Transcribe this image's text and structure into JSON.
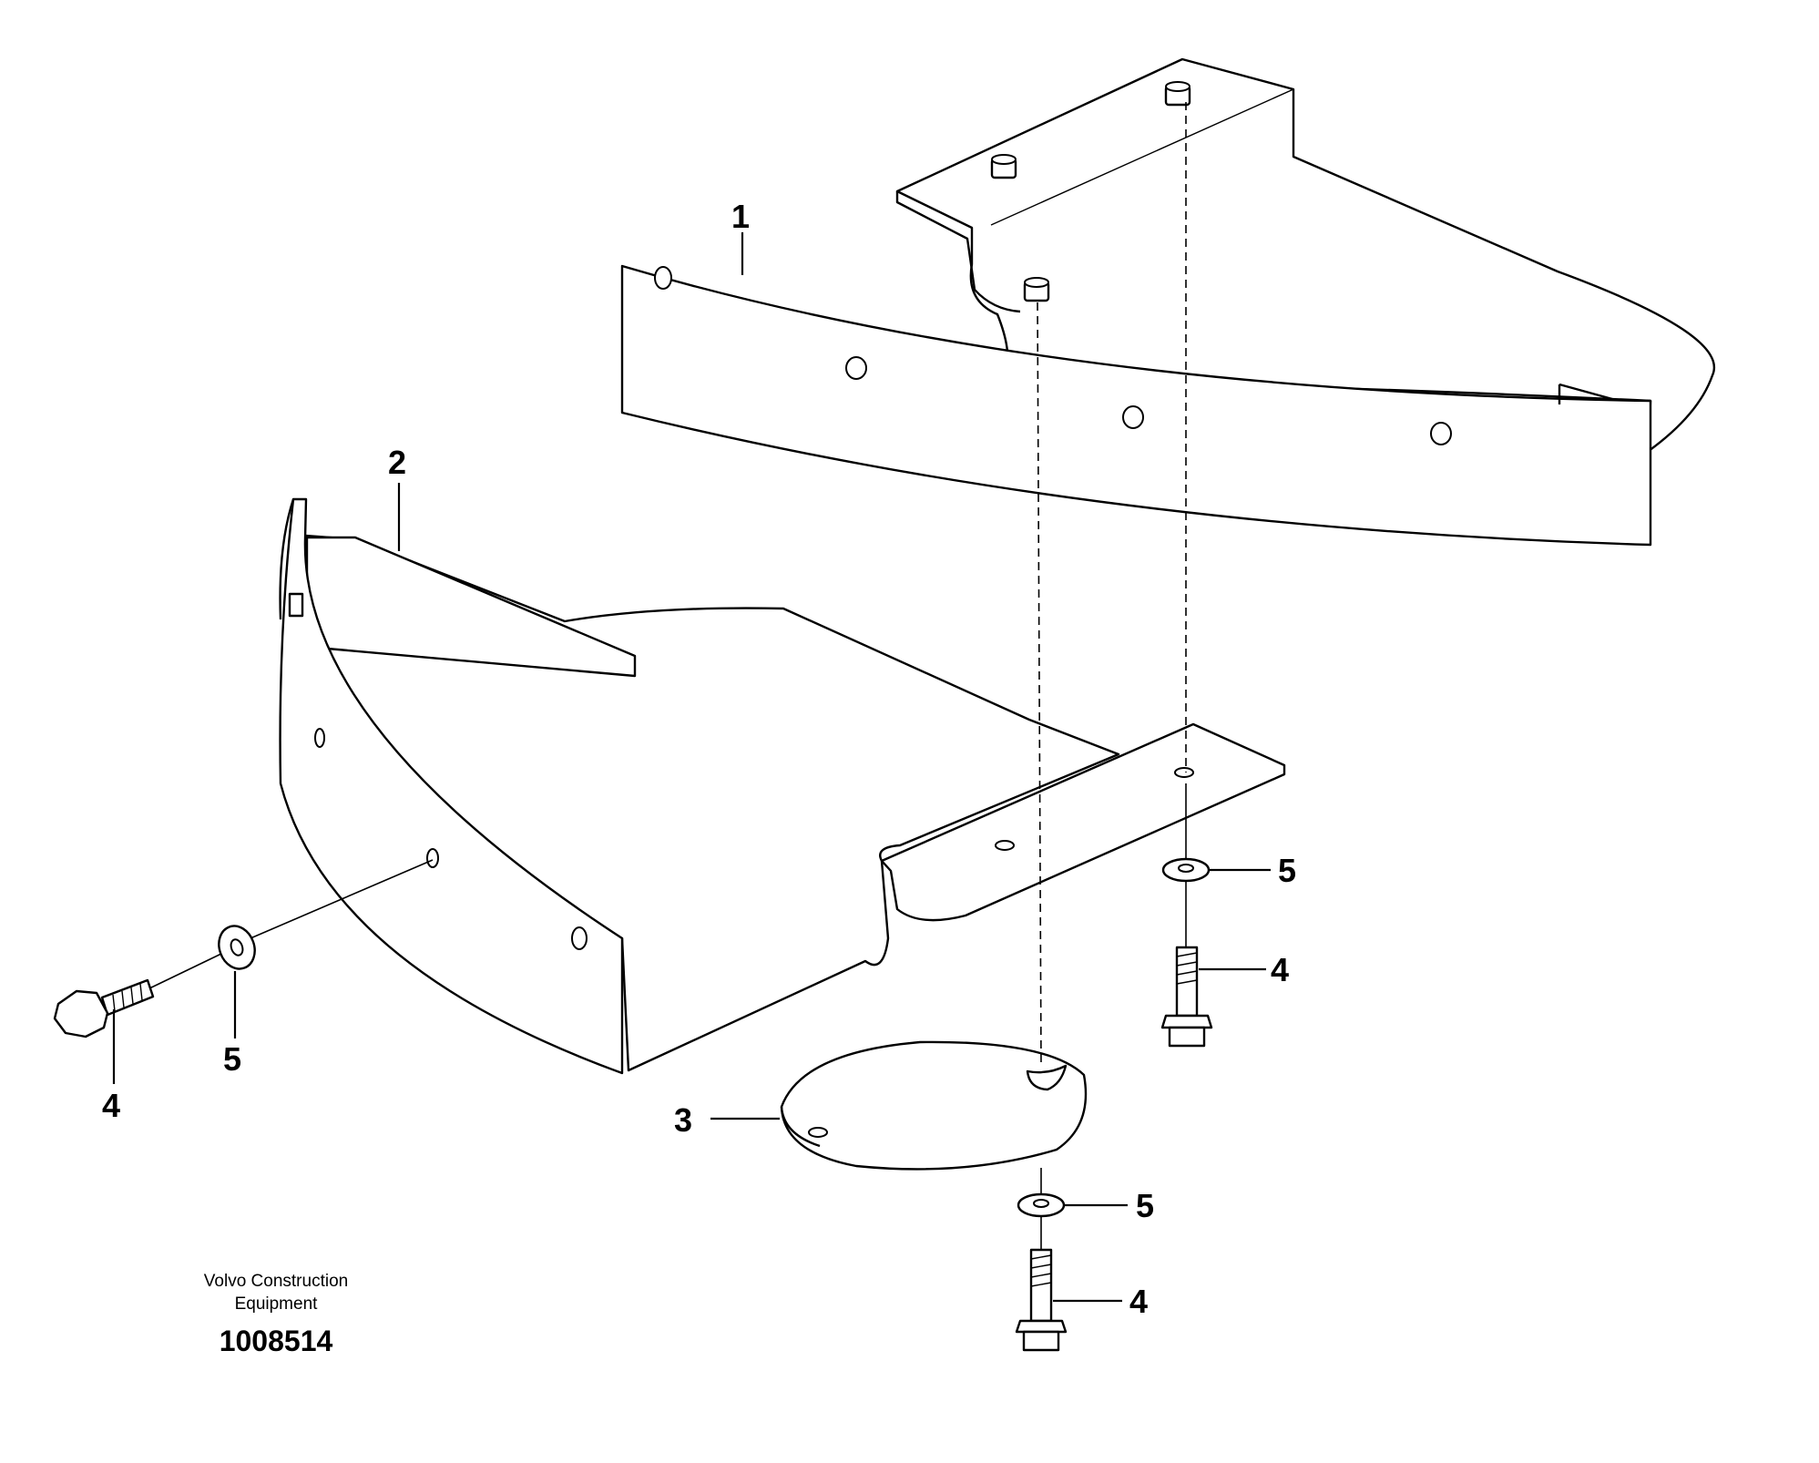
{
  "callouts": {
    "item1": "1",
    "item2": "2",
    "item3": "3",
    "bolt_left": "4",
    "washer_left": "5",
    "washer_right": "5",
    "bolt_right": "4",
    "washer_bottom": "5",
    "bolt_bottom": "4"
  },
  "caption": {
    "line1": "Volvo Construction",
    "line2": "Equipment"
  },
  "document_number": "1008514"
}
